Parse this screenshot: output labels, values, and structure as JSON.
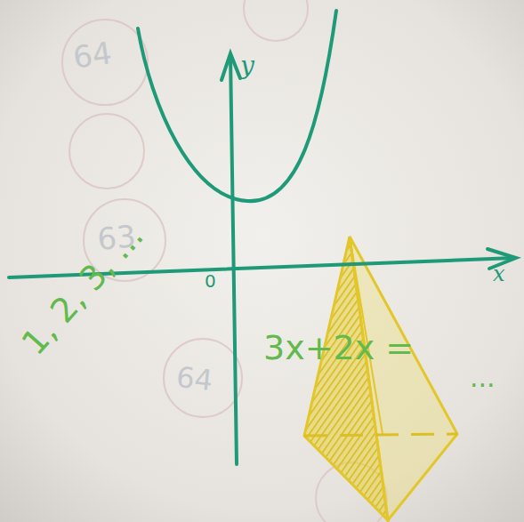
{
  "diagram": {
    "labels": [
      "64",
      "63",
      "64",
      "y",
      "0",
      "x",
      "1, 2, 3, ...",
      "3x+2x =",
      "..."
    ]
  }
}
